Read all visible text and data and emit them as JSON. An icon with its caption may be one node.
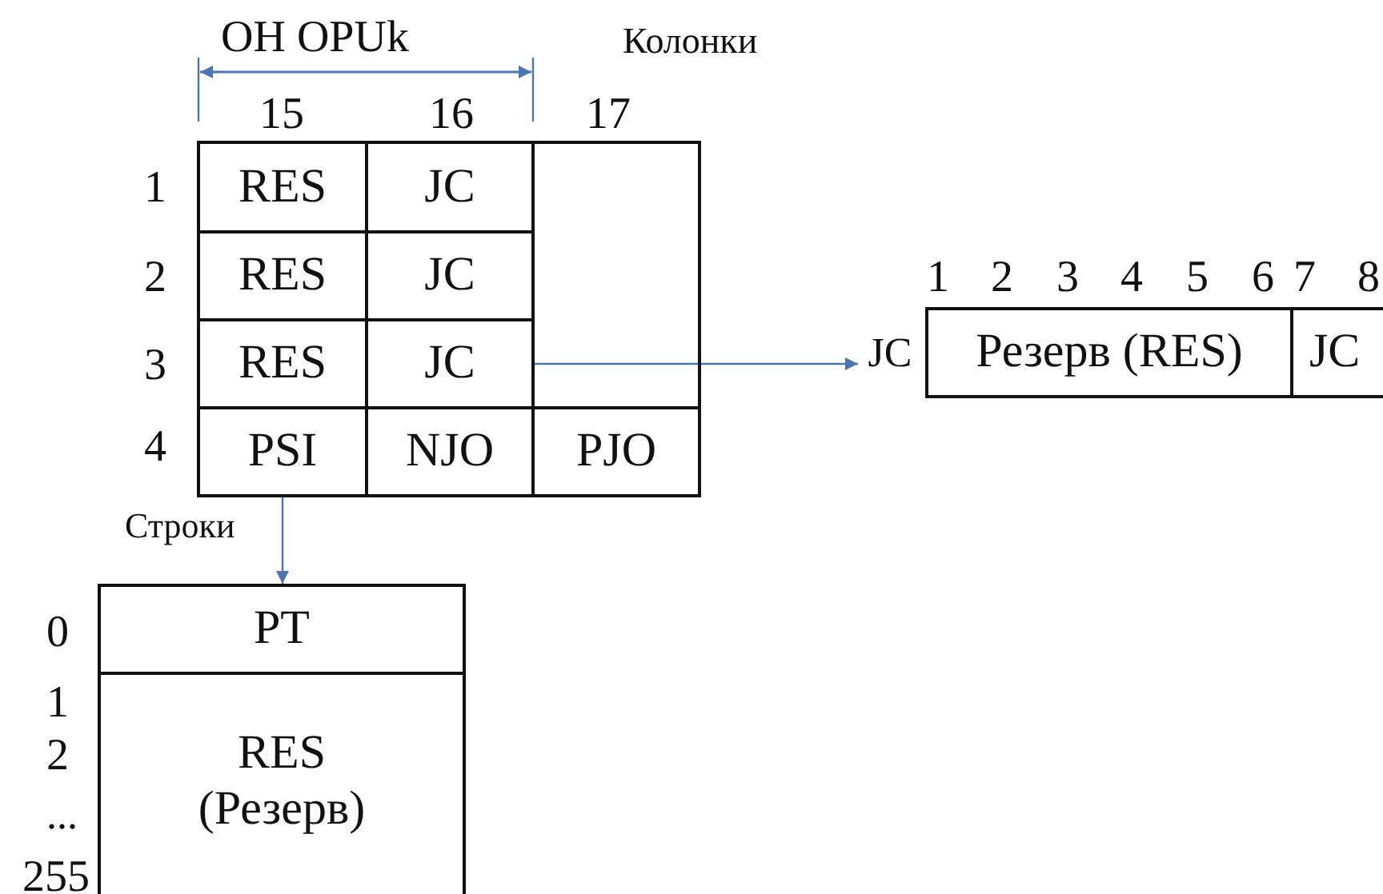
{
  "diagram": {
    "nodes": [
      {
        "text": [
          "RES"
        ]
      },
      {
        "text": [
          "JC"
        ]
      },
      {
        "text": [
          "RES"
        ]
      },
      {
        "text": [
          "JC"
        ]
      },
      {
        "text": [
          "RES"
        ]
      },
      {
        "text": [
          "JC"
        ]
      },
      {
        "text": [
          "PSI"
        ]
      },
      {
        "text": [
          "NJO"
        ]
      },
      {
        "text": [
          "PJO"
        ]
      },
      {
        "text": [
          "JC"
        ]
      },
      {
        "text": [
          "Резерв (RES)"
        ]
      },
      {
        "text": [
          "JC"
        ]
      },
      {
        "text": [
          "PT"
        ]
      },
      {
        "text": [
          "RES (Резерв)"
        ]
      }
    ],
    "edges": [
      {
        "from": 5,
        "to": 9,
        "arrow": "to",
        "color": "#4a74b4"
      },
      {
        "from": 6,
        "to": 12,
        "arrow": "to",
        "color": "#4a74b4"
      }
    ],
    "labels": [
      "OH OPUk",
      "Колонки",
      "15",
      "16",
      "17",
      "1",
      "2",
      "3",
      "4",
      "5",
      "6",
      "7",
      "8",
      "1",
      "2",
      "3",
      "4",
      "Строки",
      "0",
      "1",
      "2",
      "...",
      "255"
    ]
  }
}
